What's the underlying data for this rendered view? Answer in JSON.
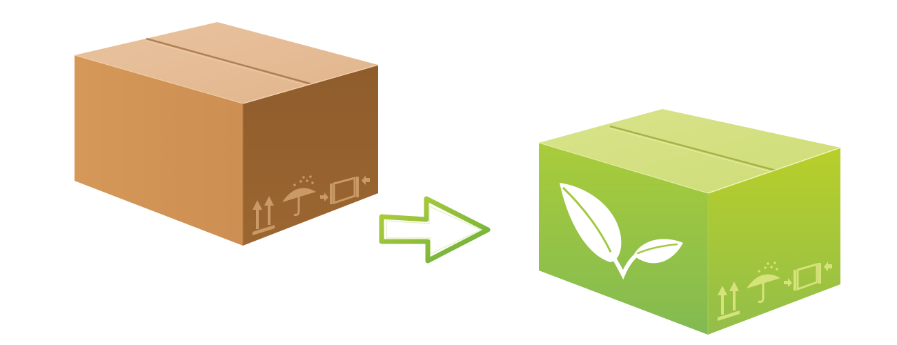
{
  "scene": {
    "description_items": [
      {
        "name": "cardboard-box",
        "color_top": "#e5bb92",
        "color_left": "#d09355",
        "color_right": "#935f2b"
      },
      {
        "name": "conversion-arrow",
        "color": "#8cbf3b"
      },
      {
        "name": "eco-box",
        "color_top": "#d5e180",
        "color_left": "#8ac24a",
        "color_right": "#a8c63c"
      }
    ],
    "icons": [
      "this-way-up-icon",
      "keep-dry-umbrella-icon",
      "do-not-squeeze-icon",
      "leaf-icon"
    ]
  }
}
